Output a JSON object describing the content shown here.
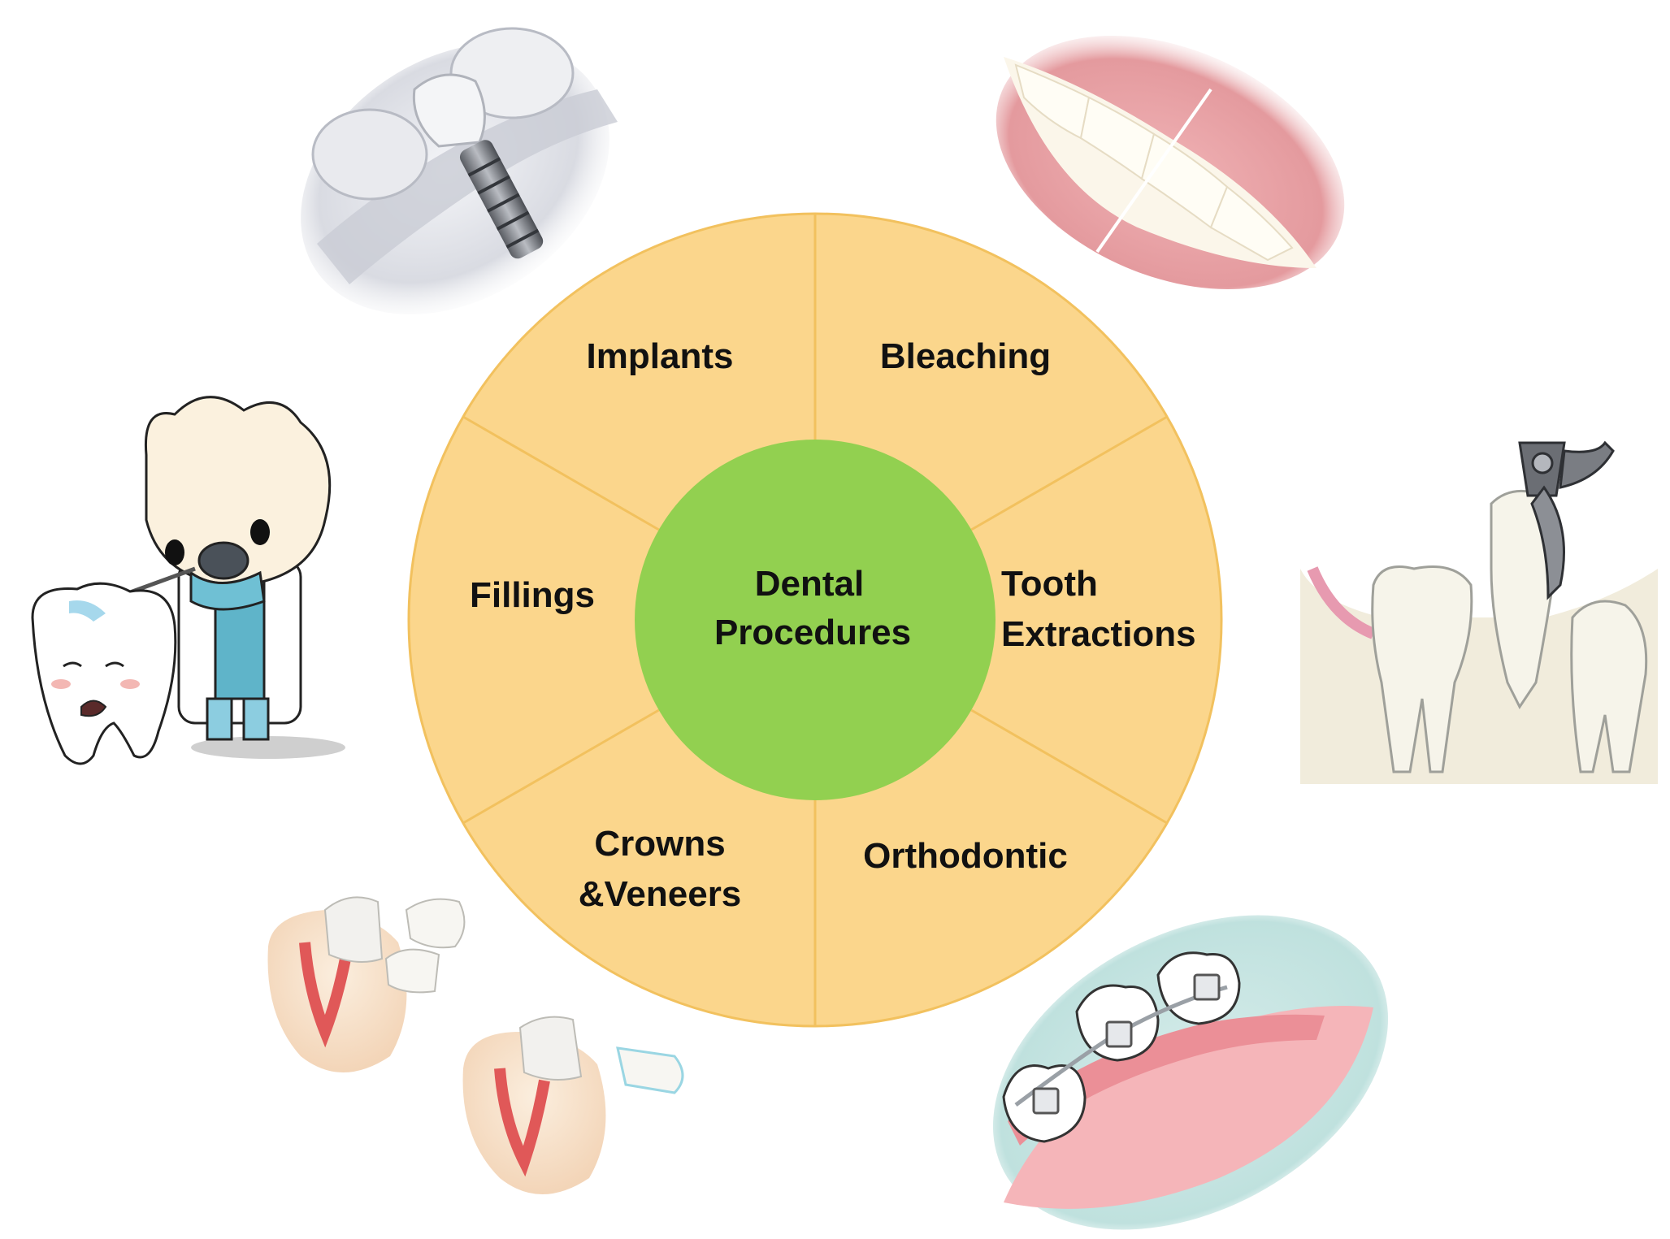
{
  "center": {
    "lines": [
      "Dental",
      "Procedures"
    ]
  },
  "segments": [
    {
      "id": "implants",
      "lines": [
        "Implants"
      ]
    },
    {
      "id": "bleaching",
      "lines": [
        "Bleaching"
      ]
    },
    {
      "id": "tooth-extractions",
      "lines": [
        "Tooth",
        "Extractions"
      ]
    },
    {
      "id": "orthodontic",
      "lines": [
        "Orthodontic"
      ]
    },
    {
      "id": "crowns-veneers",
      "lines": [
        "Crowns",
        "&Veneers"
      ]
    },
    {
      "id": "fillings",
      "lines": [
        "Fillings"
      ]
    }
  ],
  "colors": {
    "wheel_fill": "#FBD68C",
    "wheel_stroke": "#F2C15E",
    "center_fill": "#92D050",
    "text": "#111111"
  }
}
